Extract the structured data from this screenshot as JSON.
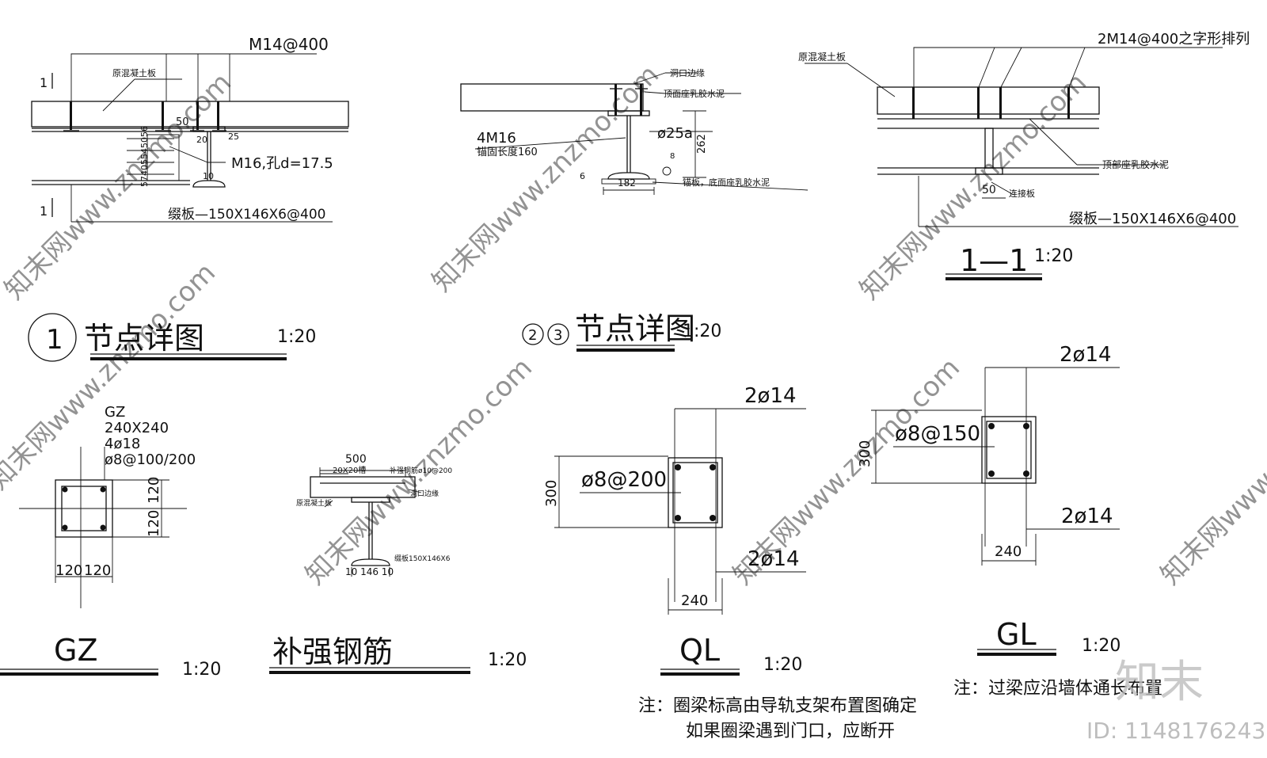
{
  "d1": {
    "label_m14": "M14@400",
    "label_slab": "原混凝土板",
    "label_50": "50",
    "label_25": "25",
    "label_20": "20",
    "label_10": "10",
    "label_m16": "M16,孔d=17.5",
    "label_plate": "缀板—150X146X6@400",
    "label_dims_v": "57405545056",
    "section_mark": "1",
    "title_num": "1",
    "title": "节点详图",
    "scale": "1:20"
  },
  "d2": {
    "label_edge": "洞口边缘",
    "label_top": "顶面座乳胶水泥",
    "label_4m16": "4M16",
    "label_anchor": "锚固长度160",
    "label_25a": "ø25a",
    "label_262": "262",
    "label_8": "8",
    "label_6": "6",
    "label_182": "182",
    "label_bottom": "锚板，底面座乳胶水泥",
    "title_nums": [
      "2",
      "3"
    ],
    "title": "节点详图",
    "scale": "1:20"
  },
  "d3": {
    "label_2m14": "2M14@400之字形排列",
    "label_slab": "原混凝土板",
    "label_top": "顶部座乳胶水泥",
    "label_50": "50",
    "label_conn": "连接板",
    "label_plate": "缀板—150X146X6@400",
    "title": "1—1",
    "scale": "1:20"
  },
  "gz": {
    "spec": [
      "GZ",
      "240X240",
      "4ø18",
      "ø8@100/200"
    ],
    "dim_v": [
      "120",
      "120"
    ],
    "dim_h": [
      "120",
      "120"
    ],
    "title": "GZ",
    "scale": "1:20"
  },
  "bq": {
    "label_500": "500",
    "label_20x20": "20X20槽",
    "label_rebar": "补强钢筋ø10@200",
    "label_edge": "洞口边缘",
    "label_slab": "原混凝土板",
    "label_plate": "缀板150X146X6",
    "label_dims": "10 146 10",
    "title": "补强钢筋",
    "scale": "1:20"
  },
  "ql": {
    "top": "2ø14",
    "stirrup": "ø8@200",
    "bottom": "2ø14",
    "dim_h": "300",
    "dim_w": "240",
    "title": "QL",
    "scale": "1:20",
    "note": [
      "注：圈梁标高由导轨支架布置图确定",
      "如果圈梁遇到门口，应断开"
    ]
  },
  "gl": {
    "top": "2ø14",
    "stirrup": "ø8@150",
    "bottom": "2ø14",
    "dim_h": "300",
    "dim_w": "240",
    "title": "GL",
    "scale": "1:20",
    "note": "注：过梁应沿墙体通长布置"
  },
  "brand": {
    "logo": "知末",
    "id": "ID: 1148176243",
    "watermark": "知末网www.znzmo.com"
  }
}
